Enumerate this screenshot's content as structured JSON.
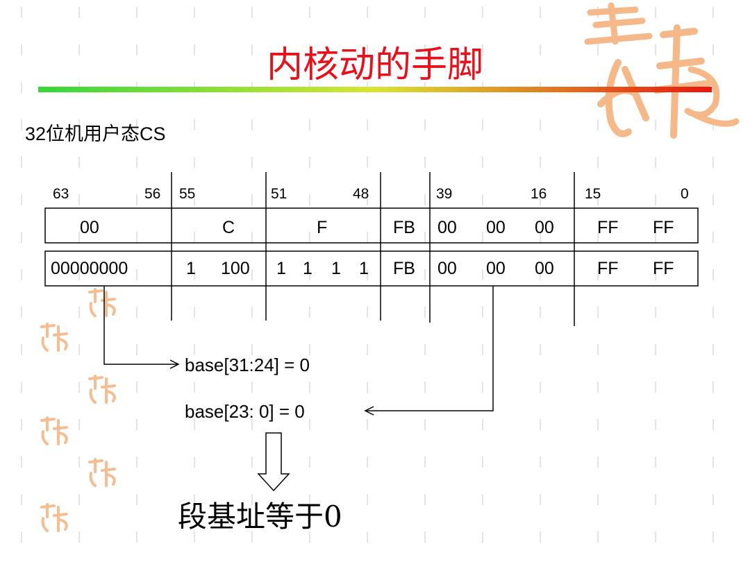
{
  "slide": {
    "title": "内核动的手脚",
    "subtitle": "32位机用户态CS",
    "result": "段基址等于0",
    "title_color": "#e8101a",
    "underline_gradient": [
      "#3ddc3a",
      "#d6e832",
      "#e81a12"
    ]
  },
  "bit_numbers": [
    "63",
    "56",
    "55",
    "51",
    "48",
    "39",
    "16",
    "15",
    "0"
  ],
  "hex_row": [
    "00",
    "C",
    "F",
    "FB",
    "00",
    "00",
    "00",
    "FF",
    "FF"
  ],
  "bin_row": [
    "00000000",
    "1",
    "100",
    "1",
    "1",
    "1",
    "1",
    "FB",
    "00",
    "00",
    "00",
    "FF",
    "FF"
  ],
  "annotations": {
    "base_high": "base[31:24] = 0",
    "base_low": "base[23:  0] = 0"
  }
}
